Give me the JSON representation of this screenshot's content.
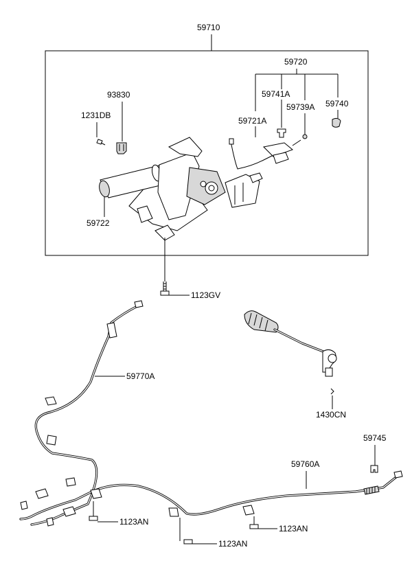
{
  "diagram": {
    "labels": {
      "assembly": "59710",
      "lever_group": "59720",
      "part_59741A": "59741A",
      "part_59739A": "59739A",
      "part_59740": "59740",
      "part_59721A": "59721A",
      "part_93830": "93830",
      "part_1231DB": "1231DB",
      "part_59722": "59722",
      "bolt_1123GV": "1123GV",
      "front_cable": "59770A",
      "equalizer": "1430CN",
      "clip": "59745",
      "rear_cable": "59760A",
      "bolt_1123AN_a": "1123AN",
      "bolt_1123AN_b": "1123AN",
      "bolt_1123AN_c": "1123AN"
    }
  }
}
